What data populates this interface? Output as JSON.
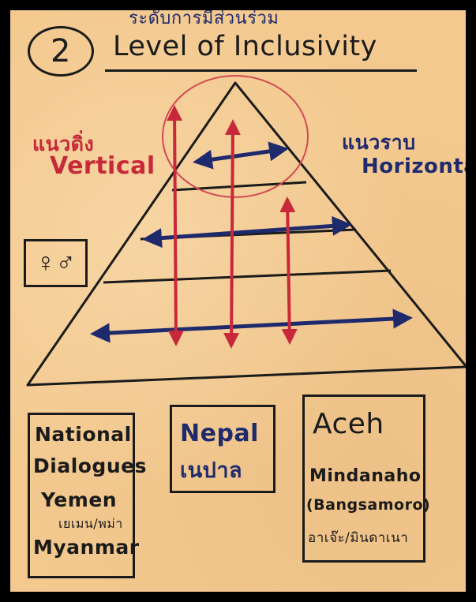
{
  "header": {
    "thai_title": "ระดับการมีส่วนร่วม",
    "number": "2",
    "title": "Level of Inclusivity"
  },
  "labels": {
    "vertical_thai": "แนวดิ่ง",
    "vertical_en": "Vertical",
    "horizontal_thai": "แนวราบ",
    "horizontal_en": "Horizontal",
    "gender_symbols": "♀♂"
  },
  "cases": {
    "box1": [
      "National",
      "Dialogues",
      "Yemen",
      "เยเมน/พม่า",
      "Myanmar"
    ],
    "box2": [
      "Nepal",
      "เนปาล"
    ],
    "box3": [
      "Aceh",
      "Mindanaho",
      "(Bangsamoro)",
      "อาเจ๊ะ/มินดาเนา"
    ]
  },
  "colors": {
    "paper": "#f3c98f",
    "ink_dark": "#1b1b1b",
    "ink_blue": "#1f2a6d",
    "ink_red": "#c7283a",
    "frame": "#000000"
  }
}
